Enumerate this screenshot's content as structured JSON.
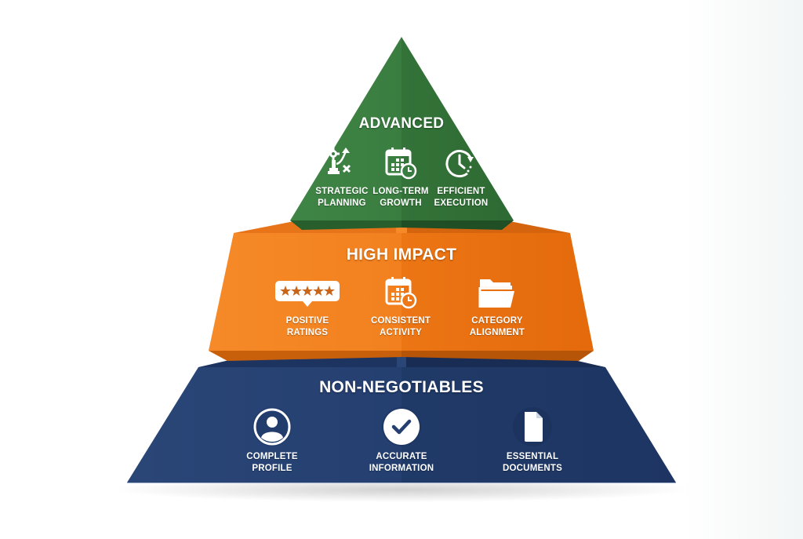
{
  "diagram": {
    "type": "pyramid",
    "colors": {
      "advanced": "#3a7d40",
      "advanced_dark": "#2f6b35",
      "high_impact": "#f38120",
      "high_impact_dark": "#e56c0e",
      "non_negotiables": "#26406e",
      "non_negotiables_dark": "#1f3561",
      "icon": "#ffffff",
      "background": "#ffffff"
    },
    "tiers": [
      {
        "name": "ADVANCED",
        "level": "top",
        "items": [
          {
            "icon": "strategy-chess-gear-icon",
            "line1": "STRATEGIC",
            "line2": "PLANNING"
          },
          {
            "icon": "calendar-clock-icon",
            "line1": "LONG-TERM",
            "line2": "GROWTH"
          },
          {
            "icon": "clock-cycle-icon",
            "line1": "EFFICIENT",
            "line2": "EXECUTION"
          }
        ]
      },
      {
        "name": "HIGH IMPACT",
        "level": "middle",
        "items": [
          {
            "icon": "star-rating-bubble-icon",
            "line1": "POSITIVE",
            "line2": "RATINGS"
          },
          {
            "icon": "calendar-clock-icon",
            "line1": "CONSISTENT",
            "line2": "ACTIVITY"
          },
          {
            "icon": "folder-icon",
            "line1": "CATEGORY",
            "line2": "ALIGNMENT"
          }
        ]
      },
      {
        "name": "NON-NEGOTIABLES",
        "level": "base",
        "items": [
          {
            "icon": "user-profile-circle-icon",
            "line1": "COMPLETE",
            "line2": "PROFILE"
          },
          {
            "icon": "check-circle-icon",
            "line1": "ACCURATE",
            "line2": "INFORMATION"
          },
          {
            "icon": "document-icon",
            "line1": "ESSENTIAL",
            "line2": "DOCUMENTS"
          }
        ]
      }
    ]
  }
}
